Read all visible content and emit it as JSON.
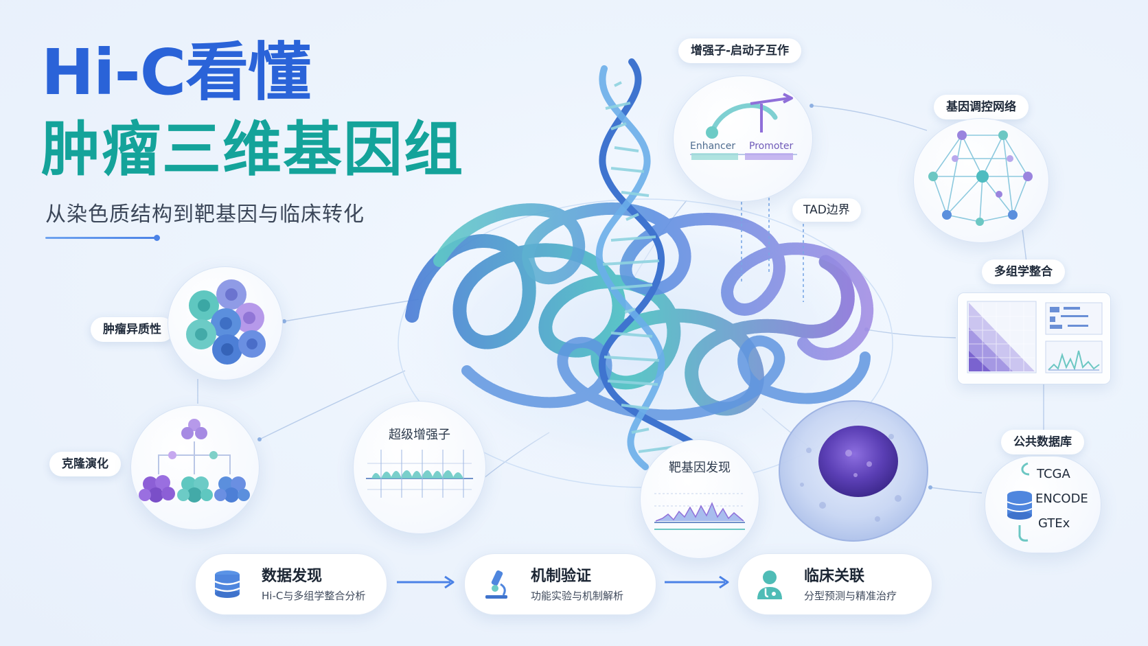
{
  "title": {
    "line1": "Hi-C看懂",
    "line2": "肿瘤三维基因组",
    "subtitle": "从染色质结构到靶基因与临床转化"
  },
  "labels": {
    "enhancer_promoter": "增强子-启动子互作",
    "gene_network": "基因调控网络",
    "tad_boundary": "TAD边界",
    "multiomics": "多组学整合",
    "tumor_heterogeneity": "肿瘤异质性",
    "clonal_evolution": "克隆演化",
    "super_enhancer": "超级增强子",
    "target_gene": "靶基因发现",
    "public_db": "公共数据库"
  },
  "enhancer_panel": {
    "enhancer": "Enhancer",
    "promoter": "Promoter"
  },
  "databases": [
    "TCGA",
    "ENCODE",
    "GTEx"
  ],
  "workflow": [
    {
      "title": "数据发现",
      "subtitle": "Hi-C与多组学整合分析",
      "icon": "database-icon"
    },
    {
      "title": "机制验证",
      "subtitle": "功能实验与机制解析",
      "icon": "microscope-icon"
    },
    {
      "title": "临床关联",
      "subtitle": "分型预测与精准治疗",
      "icon": "doctor-icon"
    }
  ],
  "colors": {
    "title_blue": "#2a63d8",
    "title_teal": "#14a39a",
    "dna_blue": "#4d7fd6",
    "dna_teal": "#4fc2c2",
    "dna_purple": "#8c79d9",
    "cell_nucleus": "#5b3fb5",
    "arrow_blue": "#4b82e6"
  }
}
